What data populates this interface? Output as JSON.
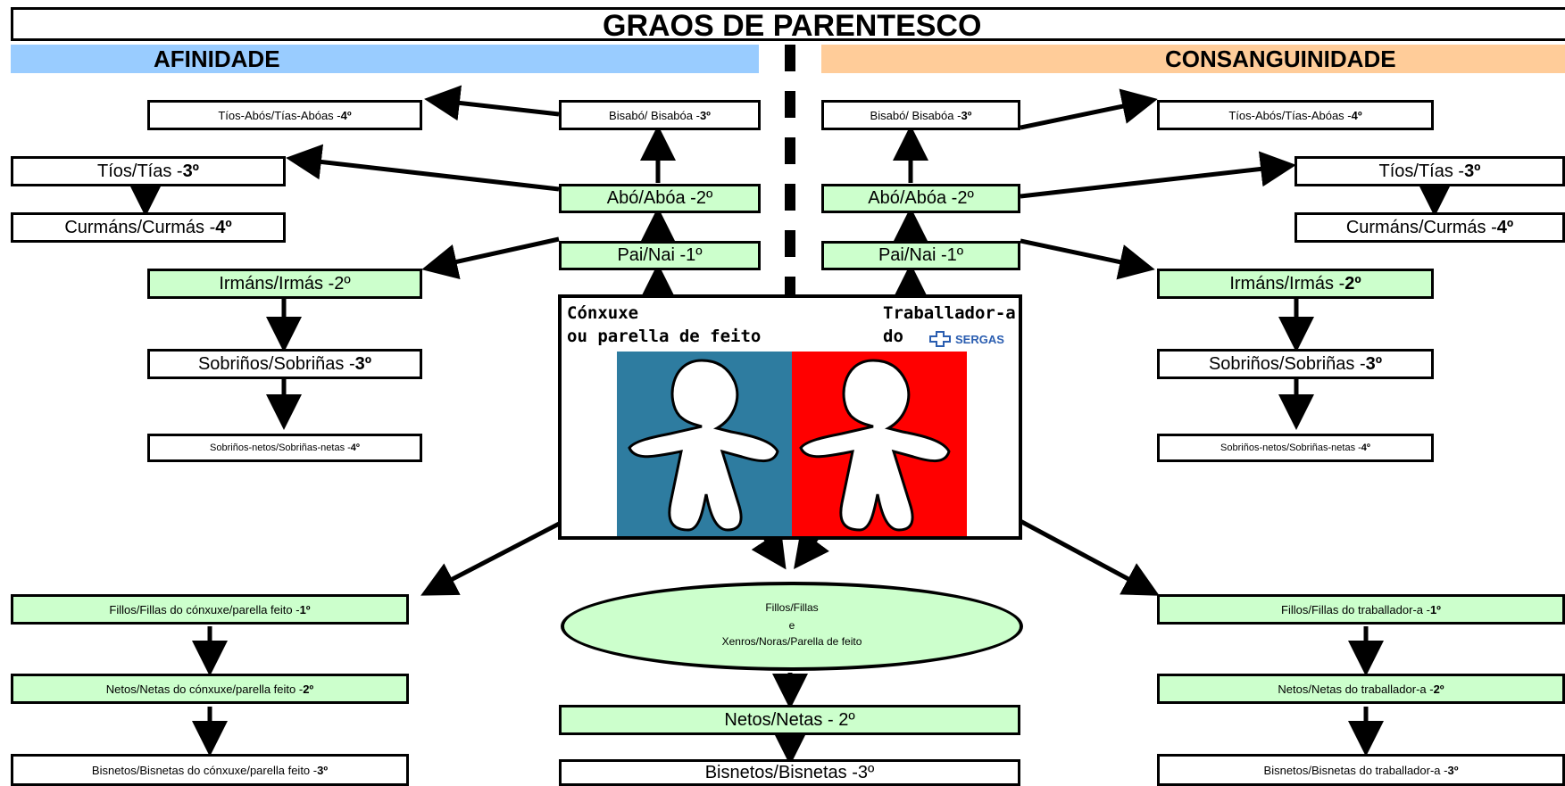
{
  "title": "GRAOS DE PARENTESCO",
  "headers": {
    "left": "AFINIDADE",
    "right": "CONSANGUINIDADE"
  },
  "colors": {
    "afinidade": "#99ccff",
    "consanguinidade": "#ffcc99",
    "node_green": "#ccffcc",
    "blue_panel": "#2e7ca0",
    "red_panel": "#ff0000"
  },
  "left": {
    "tios_abos": {
      "text": "Tíos-Abós/Tías-Abóas - ",
      "deg": "4º"
    },
    "tios": {
      "text": "Tíos/Tías - ",
      "deg": "3º"
    },
    "curmans": {
      "text": "Curmáns/Curmás - ",
      "deg": "4º"
    },
    "irmans": {
      "text": "Irmáns/Irmás -2º"
    },
    "sobrinos": {
      "text": "Sobriños/Sobriñas - ",
      "deg": "3º"
    },
    "sobrinos_netos": {
      "text": "Sobriños-netos/Sobriñas-netas - ",
      "deg": "4º"
    },
    "fillos": {
      "text": "Fillos/Fillas do cónxuxe/parella feito -",
      "deg": "1º"
    },
    "netos": {
      "text": "Netos/Netas do cónxuxe/parella feito -",
      "deg": "2º"
    },
    "bisnetos": {
      "text": "Bisnetos/Bisnetas do cónxuxe/parella feito - ",
      "deg": "3º"
    }
  },
  "center_left": {
    "bisabo": {
      "text": "Bisabó/ Bisabóa - ",
      "deg": "3º"
    },
    "abo": {
      "text": "Abó/Abóa -2º"
    },
    "pai": {
      "text": "Pai/Nai -1º"
    }
  },
  "center_right": {
    "bisabo": {
      "text": "Bisabó/ Bisabóa - ",
      "deg": "3º"
    },
    "abo": {
      "text": "Abó/Abóa -2º"
    },
    "pai": {
      "text": "Pai/Nai -1º"
    }
  },
  "right": {
    "tios_abos": {
      "text": "Tíos-Abós/Tías-Abóas - ",
      "deg": "4º"
    },
    "tios": {
      "text": "Tíos/Tías - ",
      "deg": "3º"
    },
    "curmans": {
      "text": "Curmáns/Curmás - ",
      "deg": "4º"
    },
    "irmans": {
      "text": "Irmáns/Irmás - ",
      "deg": "2º"
    },
    "sobrinos": {
      "text": "Sobriños/Sobriñas - ",
      "deg": "3º"
    },
    "sobrinos_netos": {
      "text": "Sobriños-netos/Sobriñas-netas - ",
      "deg": "4º"
    },
    "fillos": {
      "text": "Fillos/Fillas do traballador-a -",
      "deg": "1º"
    },
    "netos": {
      "text": "Netos/Netas do traballador-a -",
      "deg": "2º"
    },
    "bisnetos": {
      "text": "Bisnetos/Bisnetas do traballador-a -",
      "deg": "3º"
    }
  },
  "center_panel": {
    "conxuxe_line1": "Cónxuxe",
    "conxuxe_line2": "ou parella de feito",
    "traballador_line1": "Traballador-a",
    "traballador_line2": "do",
    "sergas": "SERGAS"
  },
  "oval": {
    "line1": "Fillos/Fillas",
    "line2": "e",
    "line3": "Xenros/Noras/Parella de feito"
  },
  "bottom_center": {
    "netos": {
      "text": "Netos/Netas - 2º"
    },
    "bisnetos": {
      "text": "Bisnetos/Bisnetas -3º"
    }
  }
}
